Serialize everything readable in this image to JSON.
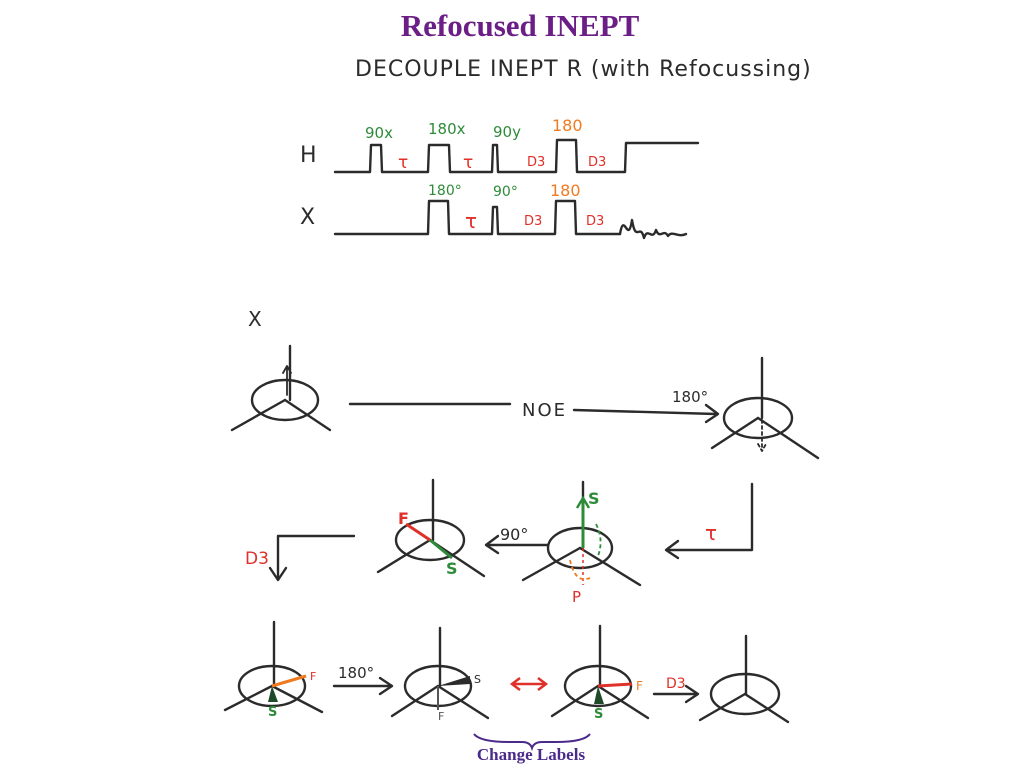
{
  "title": "Refocused INEPT",
  "subtitle": "DECOUPLE INEPT R (with Refocussing)",
  "pulse_sequence": {
    "channel_h": "H",
    "channel_x": "X",
    "h_labels": [
      "90x",
      "180x",
      "90y",
      "180"
    ],
    "x_labels": [
      "180°",
      "90°",
      "180"
    ],
    "delay_tau": "τ",
    "delay_d3": "D3"
  },
  "vector_diagrams": {
    "nucleus_label": "X",
    "noe_label": "NOE",
    "angle_180": "180°",
    "angle_90": "90°",
    "delay_tau": "τ",
    "delay_d3": "D3",
    "label_fast": "F",
    "label_slow": "S",
    "label_p": "P"
  },
  "footer": {
    "change_labels": "Change Labels"
  },
  "colors": {
    "title": "#6b1e86",
    "green": "#2e8b3a",
    "red": "#e0302a",
    "orange": "#f07a20",
    "ink": "#2b2b2b",
    "footer": "#4a2a8a"
  }
}
